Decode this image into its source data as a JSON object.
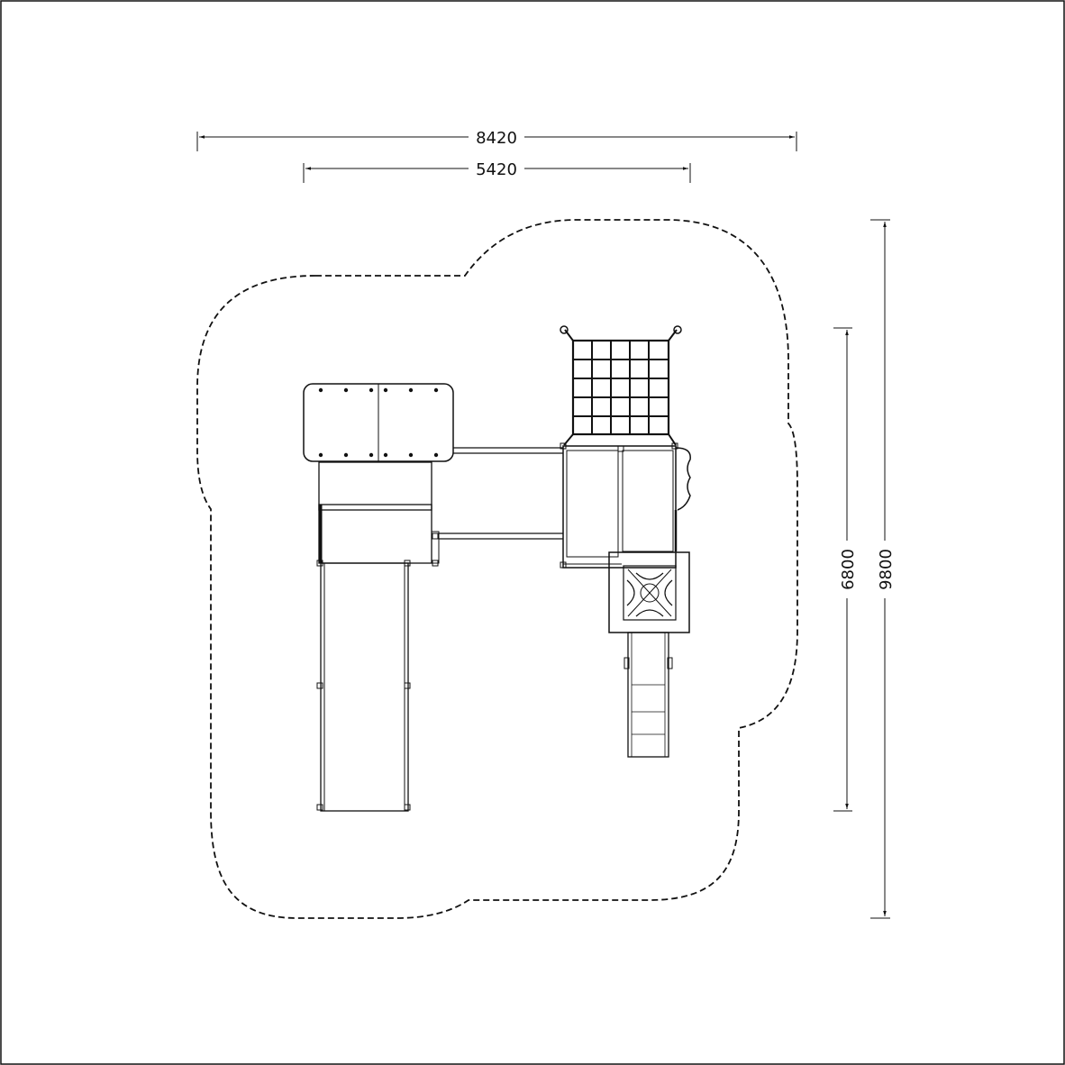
{
  "dimensions": {
    "overall_width": "8420",
    "inner_width": "5420",
    "structure_length": "6800",
    "overall_length": "9800"
  },
  "colors": {
    "ink": "#111111",
    "background": "#ffffff"
  }
}
